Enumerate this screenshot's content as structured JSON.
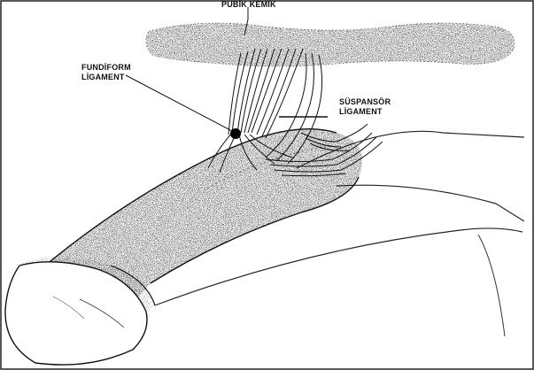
{
  "diagram": {
    "labels": {
      "pubic_bone": "PUBİK KEMİK",
      "fundiform_line1": "FUNDİFORM",
      "fundiform_line2": "LİGAMENT",
      "suspensory_line1": "SÜSPANSÖR",
      "suspensory_line2": "LİGAMENT"
    }
  }
}
